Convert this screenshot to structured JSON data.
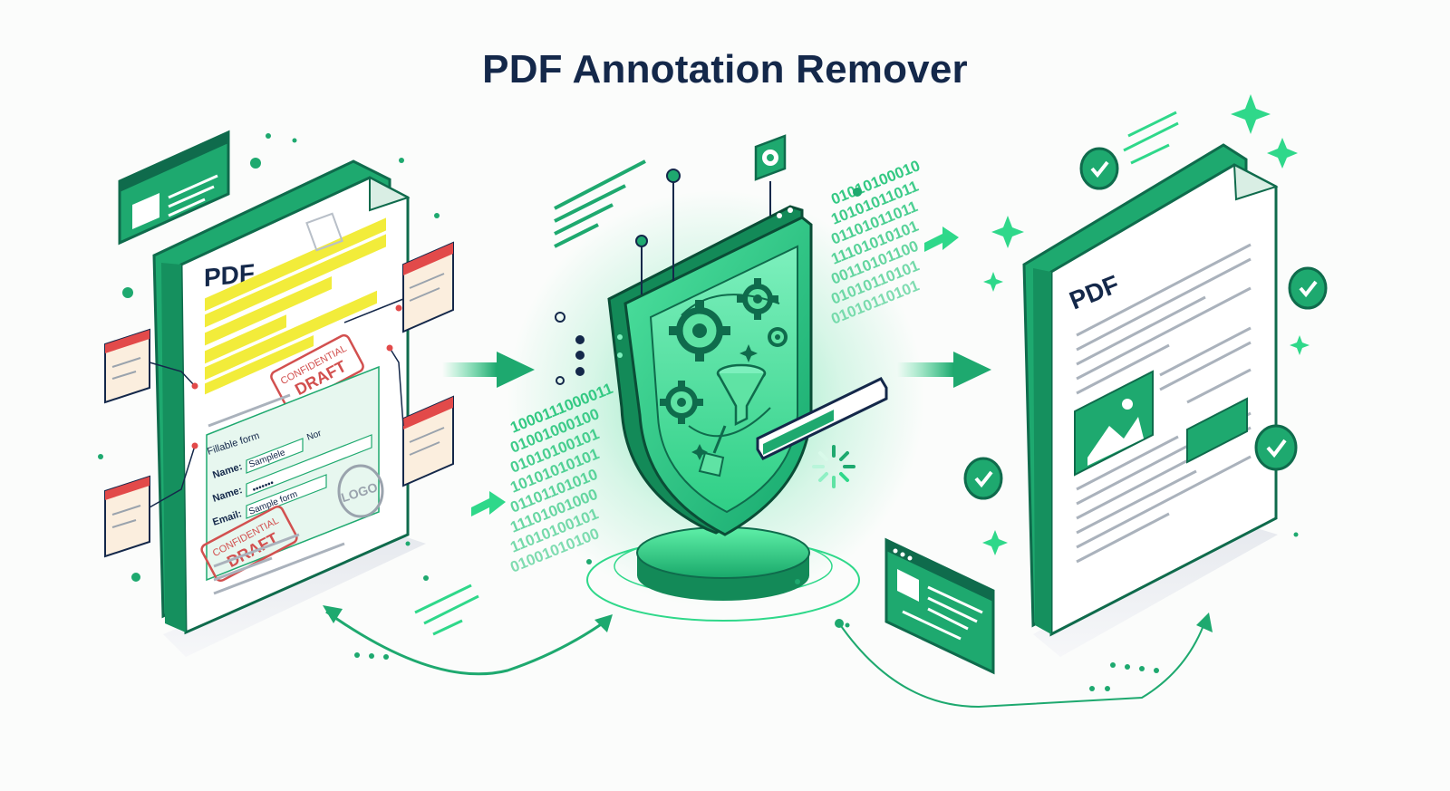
{
  "title": "PDF Annotation Remover",
  "colors": {
    "accent": "#1ea96f",
    "accent_light": "#2fd88a",
    "dark_green": "#0f6b4c",
    "navy": "#14284a",
    "highlight": "#f2ec3a",
    "stamp_red": "#d2504f",
    "note_red": "#e24a4a",
    "note_paper": "#fbeede"
  },
  "source_doc": {
    "heading": "PDF",
    "stamp_top_line1": "CONFIDENTIAL",
    "stamp_top_line2": "DRAFT",
    "form_title": "Fillable form",
    "field_name1_label": "Name:",
    "field_name1_value": "Samplele",
    "field_name1_suffix": "Nor",
    "field_name2_label": "Name:",
    "field_name2_value": "•••••••",
    "field_email_label": "Email:",
    "field_email_value": "Sample form",
    "logo_text": "LOGO",
    "stamp_bottom_line1": "CONFIDENTIAL",
    "stamp_bottom_line2": "DRAFT"
  },
  "processor": {
    "binary_right": [
      "01010100010",
      "10101011011",
      "01101011011",
      "11101010101",
      "00110101100",
      "01010110101",
      "01010110101"
    ],
    "binary_left": [
      "1000111000011",
      "01001000100",
      "01010100101",
      "10101010101",
      "01101101010",
      "11101001000",
      "11010100101",
      "01001010100"
    ],
    "progress": 0.6
  },
  "clean_doc": {
    "heading": "PDF"
  },
  "icons": [
    "browser-window-icon",
    "sticky-note-icon",
    "gear-icon",
    "funnel-icon",
    "broom-icon",
    "shield-icon",
    "image-icon",
    "checkmark-icon",
    "sparkle-icon",
    "code-window-icon",
    "loading-spinner-icon",
    "arrow-right-icon"
  ]
}
